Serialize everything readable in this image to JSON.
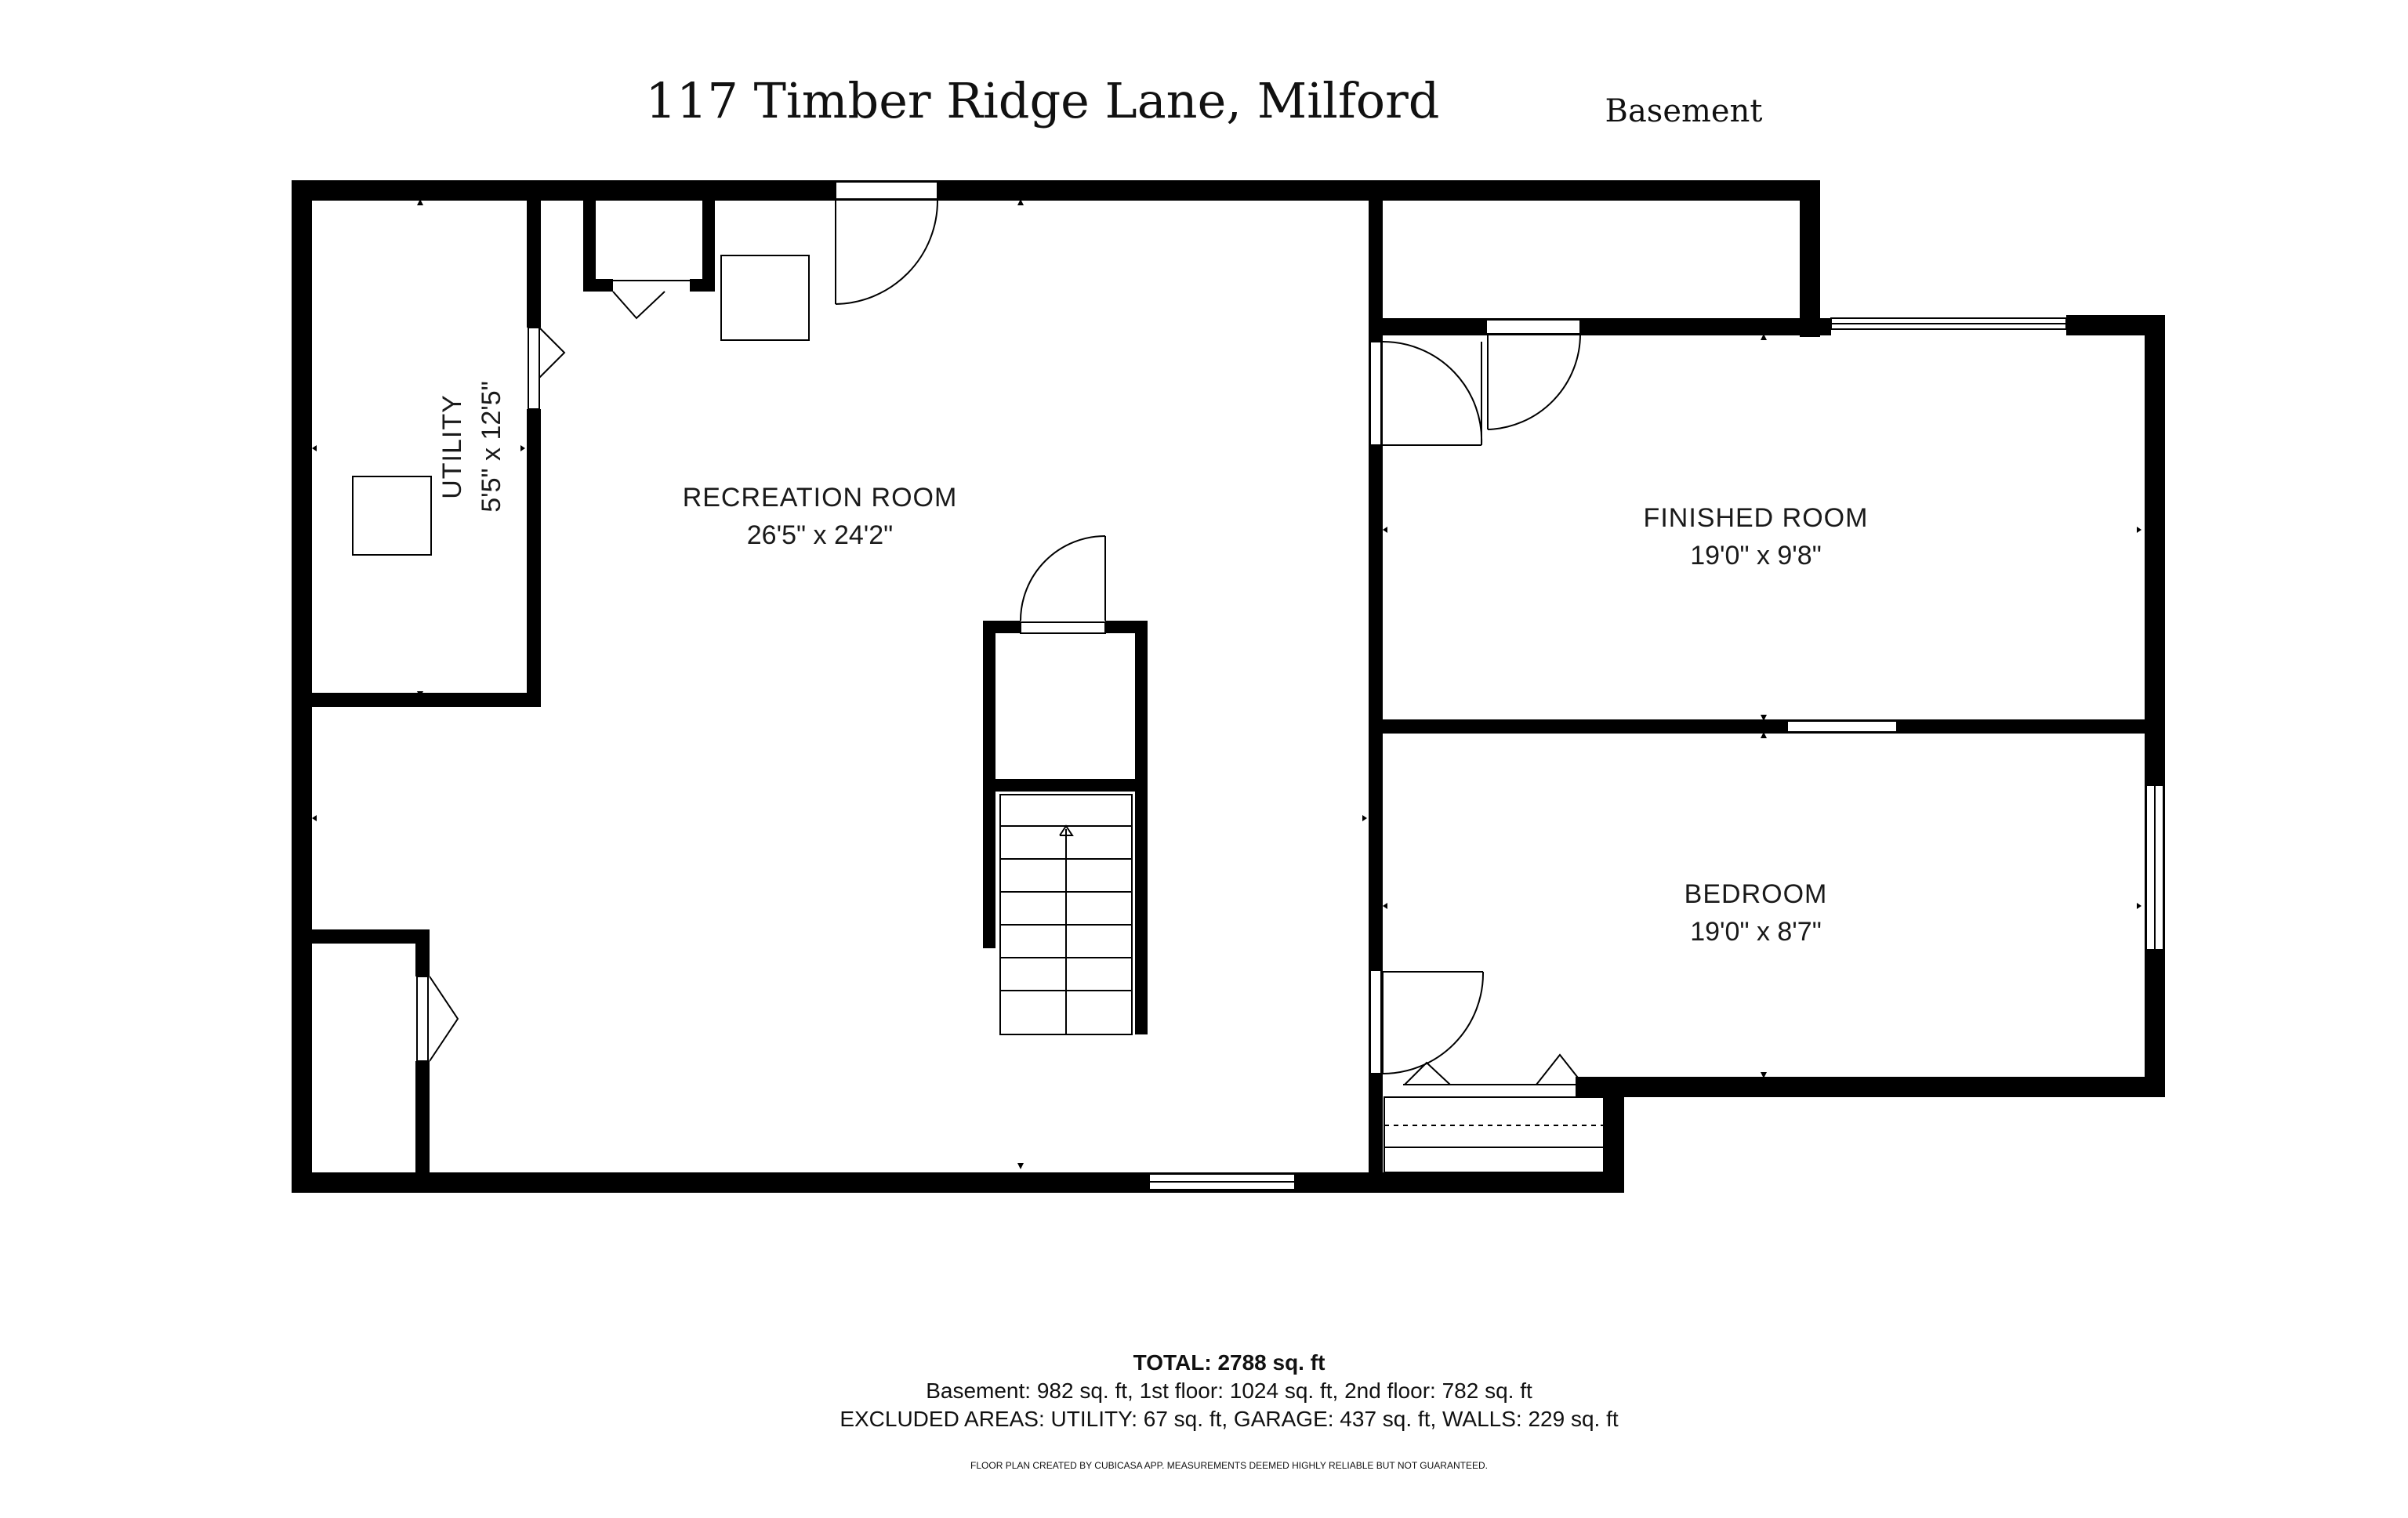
{
  "header": {
    "address": "117 Timber Ridge Lane, Milford",
    "floor": "Basement"
  },
  "rooms": [
    {
      "name": "UTILITY",
      "dimensions": "5'5\" x 12'5\""
    },
    {
      "name": "RECREATION ROOM",
      "dimensions": "26'5\" x 24'2\""
    },
    {
      "name": "FINISHED ROOM",
      "dimensions": "19'0\" x 9'8\""
    },
    {
      "name": "BEDROOM",
      "dimensions": "19'0\" x 8'7\""
    }
  ],
  "summary": {
    "total": "TOTAL: 2788 sq. ft",
    "floors": "Basement: 982 sq. ft, 1st floor: 1024 sq. ft, 2nd floor: 782 sq. ft",
    "excluded": "EXCLUDED AREAS: UTILITY: 67 sq. ft, GARAGE: 437 sq. ft, WALLS: 229 sq. ft",
    "disclaimer": "FLOOR PLAN CREATED BY CUBICASA APP. MEASUREMENTS DEEMED HIGHLY RELIABLE BUT NOT GUARANTEED."
  },
  "colors": {
    "wall": "#000000",
    "background": "#ffffff",
    "text": "#111111"
  }
}
